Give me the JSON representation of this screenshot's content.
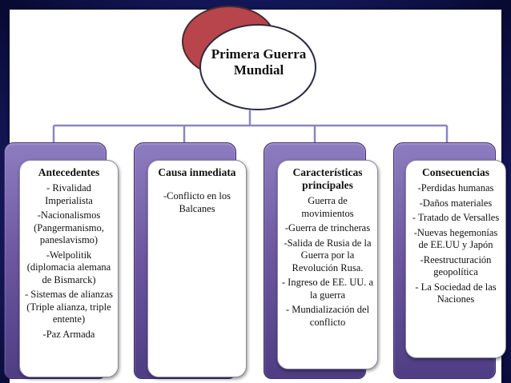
{
  "title": [
    "Primera Guerra",
    "Mundial"
  ],
  "colors": {
    "background": "#1a1e6a",
    "tab_purple": "#6b569f",
    "ellipse_red": "#b8454c",
    "connector": "#8a86c2"
  },
  "columns": [
    {
      "heading": [
        "Antecedentes"
      ],
      "items": [
        [
          "- Rivalidad",
          "Imperialista"
        ],
        [
          "-Nacionalismos",
          "(Pangermanismo,",
          "paneslavismo)"
        ],
        [
          "-Welpolitik",
          "(diplomacia alemana",
          "de Bismarck)"
        ],
        [
          "- Sistemas de alianzas",
          "(Triple alianza, triple",
          "entente)"
        ],
        [
          "-Paz Armada"
        ]
      ]
    },
    {
      "heading": [
        "Causa inmediata"
      ],
      "items": [
        [
          "-Conflicto en los",
          "Balcanes"
        ]
      ]
    },
    {
      "heading": [
        "Características",
        "principales"
      ],
      "items": [
        [
          "Guerra de",
          "movimientos"
        ],
        [
          "-Guerra de trincheras"
        ],
        [
          "-Salida de Rusia de la",
          "Guerra por la",
          "Revolución Rusa."
        ],
        [
          "- Ingreso de EE. UU. a",
          "la guerra"
        ],
        [
          "- Mundialización del",
          "conflicto"
        ]
      ]
    },
    {
      "heading": [
        "Consecuencias"
      ],
      "items": [
        [
          "-Perdidas humanas"
        ],
        [
          "-Daños materiales"
        ],
        [
          "- Tratado de Versalles"
        ],
        [
          "-Nuevas hegemonías",
          "de EE.UU y Japón"
        ],
        [
          "-Reestructuración",
          "geopolítica"
        ],
        [
          "- La Sociedad de las",
          "Naciones"
        ]
      ]
    }
  ]
}
